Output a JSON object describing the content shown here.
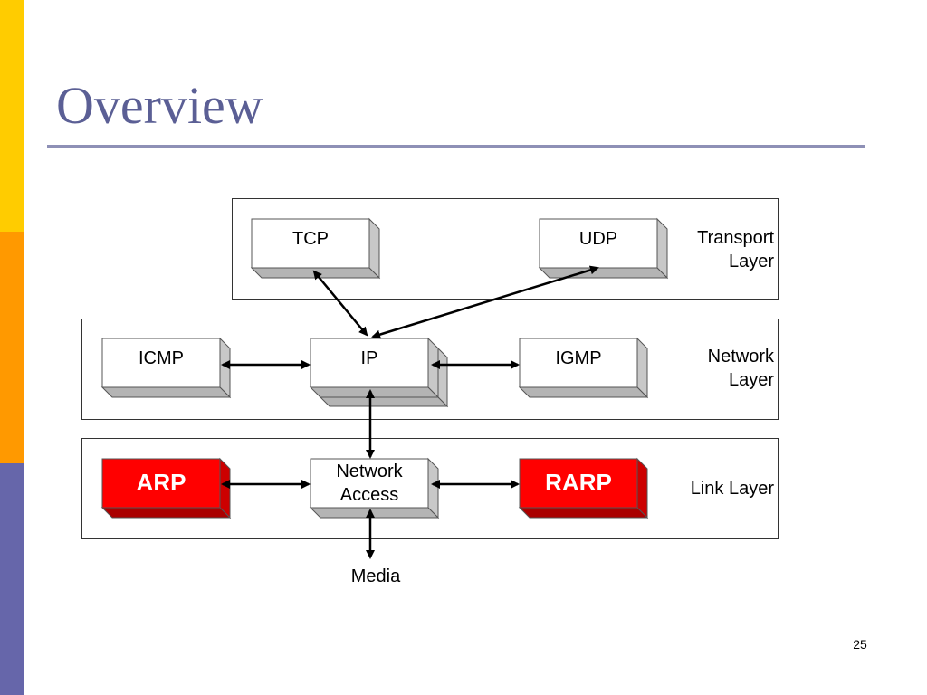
{
  "slide": {
    "title": "Overview",
    "page_number": "25"
  },
  "colors": {
    "sidebar": [
      "#ffcc00",
      "#ff9900",
      "#6666aa"
    ],
    "title": "#5b5f95",
    "protocol_box": "#ffffff",
    "highlight_box": "#ff0000",
    "box_shadow": "#cccccc"
  },
  "layers": {
    "transport": {
      "label_line1": "Transport",
      "label_line2": "Layer"
    },
    "network": {
      "label_line1": "Network",
      "label_line2": "Layer"
    },
    "link": {
      "label_line1": "Link Layer"
    }
  },
  "nodes": {
    "tcp": "TCP",
    "udp": "UDP",
    "icmp": "ICMP",
    "ip": "IP",
    "igmp": "IGMP",
    "network_access_line1": "Network",
    "network_access_line2": "Access",
    "arp": "ARP",
    "rarp": "RARP"
  },
  "media": "Media"
}
